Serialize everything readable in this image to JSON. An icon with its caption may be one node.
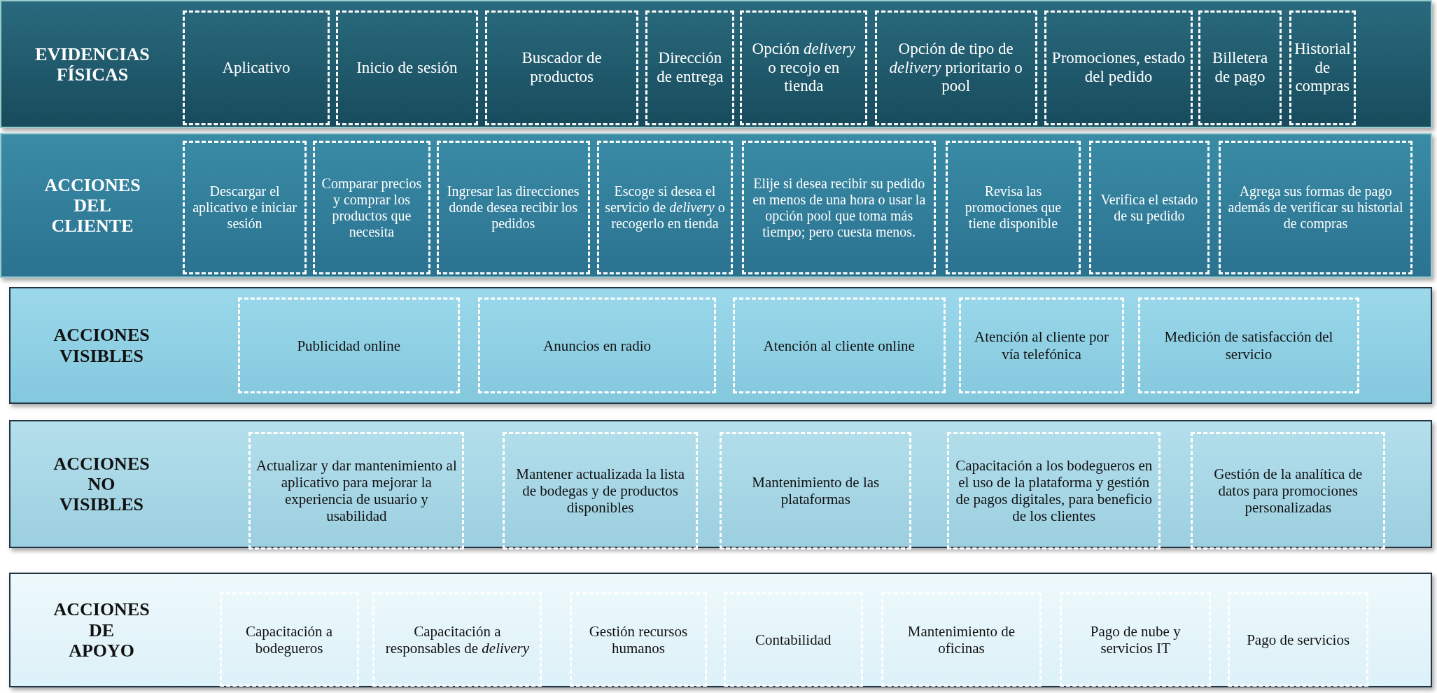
{
  "diagram": {
    "nodes": [
      {
        "text": [
          "EVIDENCIAS FÍSICAS"
        ]
      },
      {
        "text": [
          "Aplicativo"
        ],
        "in": 0
      },
      {
        "text": [
          "Inicio de sesión"
        ],
        "in": 0
      },
      {
        "text": [
          "Buscador de productos"
        ],
        "in": 0
      },
      {
        "text": [
          "Dirección de entrega"
        ],
        "in": 0
      },
      {
        "text": [
          "Opción *delivery* o recojo en tienda"
        ],
        "in": 0
      },
      {
        "text": [
          "Opción de tipo de *delivery* prioritario o pool"
        ],
        "in": 0
      },
      {
        "text": [
          "Promociones, estado del pedido"
        ],
        "in": 0
      },
      {
        "text": [
          "Billetera de pago"
        ],
        "in": 0
      },
      {
        "text": [
          "Historial de compras"
        ],
        "in": 0
      },
      {
        "text": [
          "ACCIONES DEL CLIENTE"
        ]
      },
      {
        "text": [
          "Descargar el aplicativo e iniciar sesión"
        ],
        "in": 10
      },
      {
        "text": [
          "Comparar precios y comprar los productos que necesita"
        ],
        "in": 10
      },
      {
        "text": [
          "Ingresar las direcciones donde desea recibir los pedidos"
        ],
        "in": 10
      },
      {
        "text": [
          "Escoge si desea el servicio de *delivery* o recogerlo en tienda"
        ],
        "in": 10
      },
      {
        "text": [
          "Elije si desea recibir su pedido en menos de una hora o usar la opción pool que toma más tiempo; pero cuesta menos."
        ],
        "in": 10
      },
      {
        "text": [
          "Revisa las promociones que tiene disponible"
        ],
        "in": 10
      },
      {
        "text": [
          "Verifica el estado de su pedido"
        ],
        "in": 10
      },
      {
        "text": [
          "Agrega sus formas de pago además de verificar su historial de compras"
        ],
        "in": 10
      },
      {
        "text": [
          "ACCIONES VISIBLES"
        ]
      },
      {
        "text": [
          "Publicidad online"
        ],
        "in": 19
      },
      {
        "text": [
          "Anuncios en radio"
        ],
        "in": 19
      },
      {
        "text": [
          "Atención al cliente online"
        ],
        "in": 19
      },
      {
        "text": [
          "Atención al cliente por vía telefónica"
        ],
        "in": 19
      },
      {
        "text": [
          "Medición de satisfacción del servicio"
        ],
        "in": 19
      },
      {
        "text": [
          "ACCIONES NO VISIBLES"
        ]
      },
      {
        "text": [
          "Actualizar y dar mantenimiento al aplicativo para mejorar la experiencia de usuario y usabilidad"
        ],
        "in": 25
      },
      {
        "text": [
          "Mantener actualizada la lista de bodegas y de productos disponibles"
        ],
        "in": 25
      },
      {
        "text": [
          "Mantenimiento de las plataformas"
        ],
        "in": 25
      },
      {
        "text": [
          "Capacitación a los bodegueros en el uso de la plataforma y gestión de pagos digitales, para beneficio de los clientes"
        ],
        "in": 25
      },
      {
        "text": [
          "Gestión de la analítica de datos para promociones personalizadas"
        ],
        "in": 25
      },
      {
        "text": [
          "ACCIONES DE APOYO"
        ]
      },
      {
        "text": [
          "Capacitación a bodegueros"
        ],
        "in": 31
      },
      {
        "text": [
          "Capacitación a responsables de *delivery*"
        ],
        "in": 31
      },
      {
        "text": [
          "Gestión recursos humanos"
        ],
        "in": 31
      },
      {
        "text": [
          "Contabilidad"
        ],
        "in": 31
      },
      {
        "text": [
          "Mantenimiento de oficinas"
        ],
        "in": 31
      },
      {
        "text": [
          "Pago de nube y servicios IT"
        ],
        "in": 31
      },
      {
        "text": [
          "Pago de servicios"
        ],
        "in": 31
      }
    ]
  }
}
